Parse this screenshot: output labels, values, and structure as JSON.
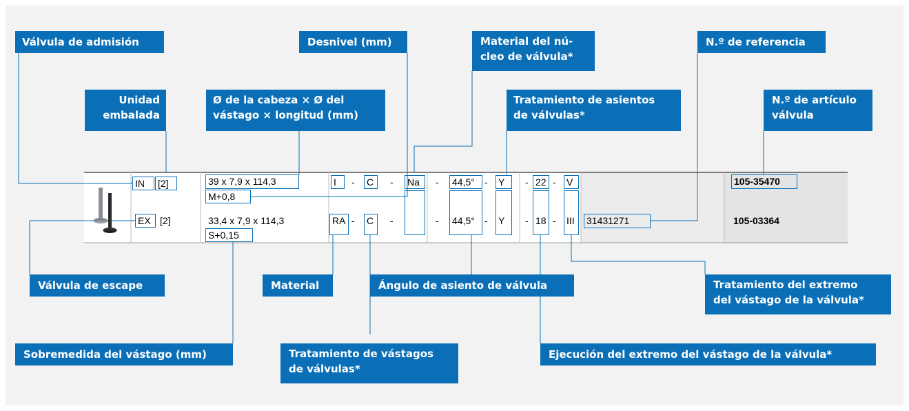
{
  "labels": {
    "valvula_admision": "Válvula de admisión",
    "unidad_embalada": "Unidad\nembalada",
    "diametros": "Ø de la cabeza × Ø del\nvástago × longitud (mm)",
    "desnivel": "Desnivel (mm)",
    "material_nucleo": "Material del nú-\ncleo de válvula*",
    "tratamiento_asientos": "Tratamiento de asientos\nde válvulas*",
    "referencia": "N.º de referencia",
    "articulo": "N.º de artículo\nválvula",
    "valvula_escape": "Válvula de escape",
    "material": "Material",
    "angulo_asiento": "Ángulo de asiento de válvula",
    "tratamiento_extremo": "Tratamiento del extremo\ndel vástago de la válvula*",
    "sobremedida": "Sobremedida del vástago (mm)",
    "tratamiento_vastagos": "Tratamiento de vástagos\nde válvulas*",
    "ejecucion_extremo": "Ejecución del extremo del vástago de la válvula*"
  },
  "rows": [
    {
      "type": "IN",
      "unit": "[2]",
      "dims": "39 x 7,9 x 114,3",
      "oversize": "M+0,8",
      "material": "I",
      "sep1": "-",
      "stem_treat": "C",
      "sep2": "-",
      "core": "Na",
      "sep3": "-",
      "angle": "44,5°",
      "sep4": "-",
      "seat_treat": "Y",
      "sep5": "-",
      "end_exec": "22",
      "sep6": "-",
      "end_treat": "V",
      "ref": "",
      "article": "105-35470"
    },
    {
      "type": "EX",
      "unit": "[2]",
      "dims": "33,4 x 7,9 x 114,3",
      "oversize": "S+0,15",
      "material": "RA",
      "sep1": "-",
      "stem_treat": "C",
      "sep2": "-",
      "core": "",
      "sep3": "-",
      "angle": "44,5°",
      "sep4": "-",
      "seat_treat": "Y",
      "sep5": "-",
      "end_exec": "18",
      "sep6": "-",
      "end_treat": "III",
      "ref": "31431271",
      "article": "105-03364"
    }
  ],
  "colors": {
    "accent": "#0a6fb7",
    "panel": "#f2f2f2"
  },
  "icons": {
    "valves": "valve-illustration-icon"
  }
}
